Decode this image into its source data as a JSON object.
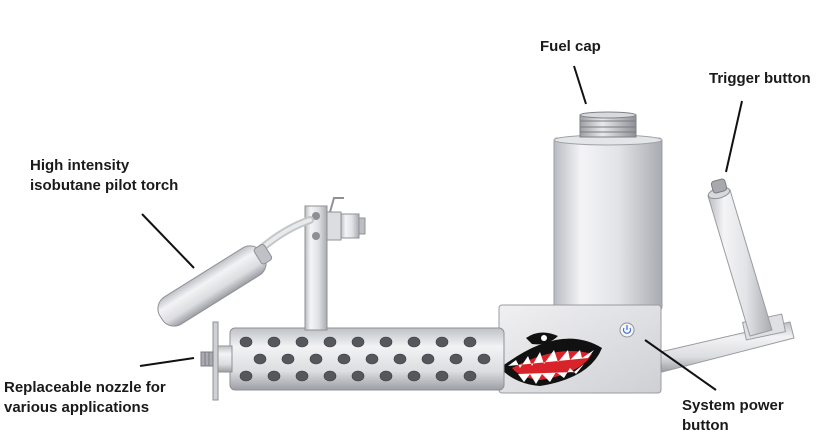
{
  "callouts": {
    "fuel_cap": {
      "lines": [
        "Fuel cap"
      ]
    },
    "trigger_button": {
      "lines": [
        "Trigger button"
      ]
    },
    "pilot_torch": {
      "lines": [
        "High intensity",
        "isobutane pilot torch"
      ]
    },
    "nozzle": {
      "lines": [
        "Replaceable nozzle for",
        "various applications"
      ]
    },
    "power_button": {
      "lines": [
        "System power",
        "button"
      ]
    }
  },
  "colors": {
    "metal_light": "#ececef",
    "metal_mid": "#c9cace",
    "metal_dark": "#8d8f95",
    "leader_line": "#111111",
    "shark_red": "#d8232a",
    "power_led": "#3a6fd8"
  },
  "icons": [
    "power-icon"
  ]
}
